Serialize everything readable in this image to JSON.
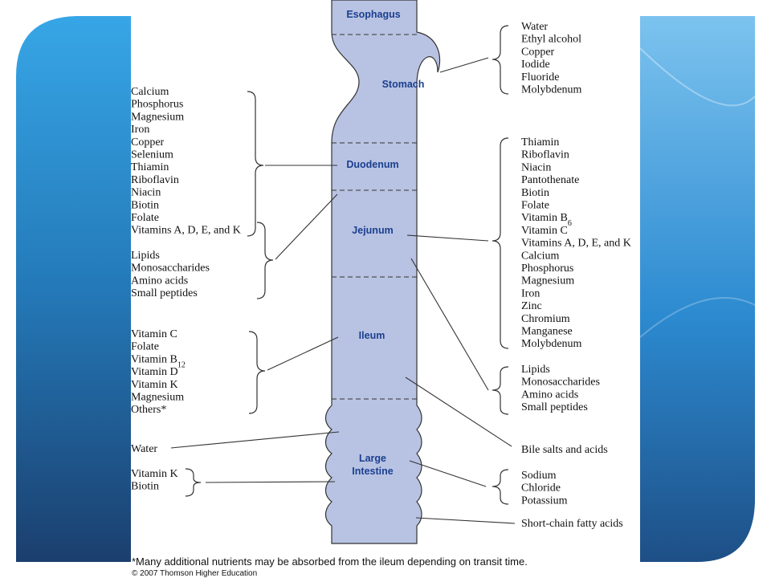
{
  "organs": {
    "esophagus": "Esophagus",
    "stomach": "Stomach",
    "duodenum": "Duodenum",
    "jejunum": "Jejunum",
    "ileum": "Ileum",
    "large_intestine": [
      "Large",
      "Intestine"
    ]
  },
  "left_groups": {
    "duodenum_minerals": [
      "Calcium",
      "Phosphorus",
      "Magnesium",
      "Iron",
      "Copper",
      "Selenium",
      "Thiamin",
      "Riboflavin",
      "Niacin",
      "Biotin",
      "Folate",
      "Vitamins A, D, E, and K"
    ],
    "duodenum_macros": [
      "Lipids",
      "Monosaccharides",
      "Amino acids",
      "Small peptides"
    ],
    "ileum": [
      "Vitamin C",
      "Folate",
      "Vitamin B12",
      "Vitamin D",
      "Vitamin K",
      "Magnesium",
      "Others*"
    ],
    "water": "Water",
    "large_int_vitamins": [
      "Vitamin K",
      "Biotin"
    ]
  },
  "right_groups": {
    "stomach": [
      "Water",
      "Ethyl alcohol",
      "Copper",
      "Iodide",
      "Fluoride",
      "Molybdenum"
    ],
    "jejunum": [
      "Thiamin",
      "Riboflavin",
      "Niacin",
      "Pantothenate",
      "Biotin",
      "Folate",
      "Vitamin B6",
      "Vitamin C",
      "Vitamins A, D, E, and K",
      "Calcium",
      "Phosphorus",
      "Magnesium",
      "Iron",
      "Zinc",
      "Chromium",
      "Manganese",
      "Molybdenum"
    ],
    "jejunum_macros": [
      "Lipids",
      "Monosaccharides",
      "Amino acids",
      "Small peptides"
    ],
    "bile": "Bile salts and acids",
    "electrolytes": [
      "Sodium",
      "Chloride",
      "Potassium"
    ],
    "scfa": "Short-chain fatty acids"
  },
  "footnote": "*Many additional nutrients may be absorbed from the ileum depending on transit time.",
  "copyright": "© 2007 Thomson Higher Education"
}
